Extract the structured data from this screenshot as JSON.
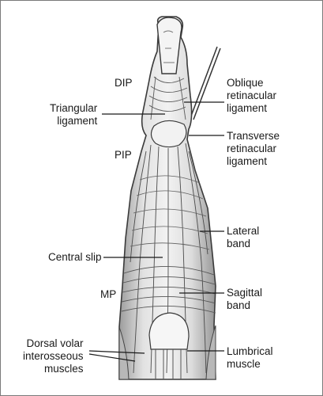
{
  "labels": {
    "dip": "DIP",
    "pip": "PIP",
    "mp": "MP",
    "triangular": [
      "Triangular",
      "ligament"
    ],
    "central_slip": "Central slip",
    "dorsal": [
      "Dorsal volar",
      "interosseous",
      "muscles"
    ],
    "oblique": [
      "Oblique",
      "retinacular",
      "ligament"
    ],
    "transverse": [
      "Transverse",
      "retinacular",
      "ligament"
    ],
    "lateral": [
      "Lateral",
      "band"
    ],
    "sagittal": [
      "Sagittal",
      "band"
    ],
    "lumbrical": [
      "Lumbrical",
      "muscle"
    ]
  },
  "colors": {
    "ink": "#3a3a3a",
    "fill": "#e6e6e6",
    "shade": "#bdbdbd",
    "frame": "#7a7a7a"
  }
}
